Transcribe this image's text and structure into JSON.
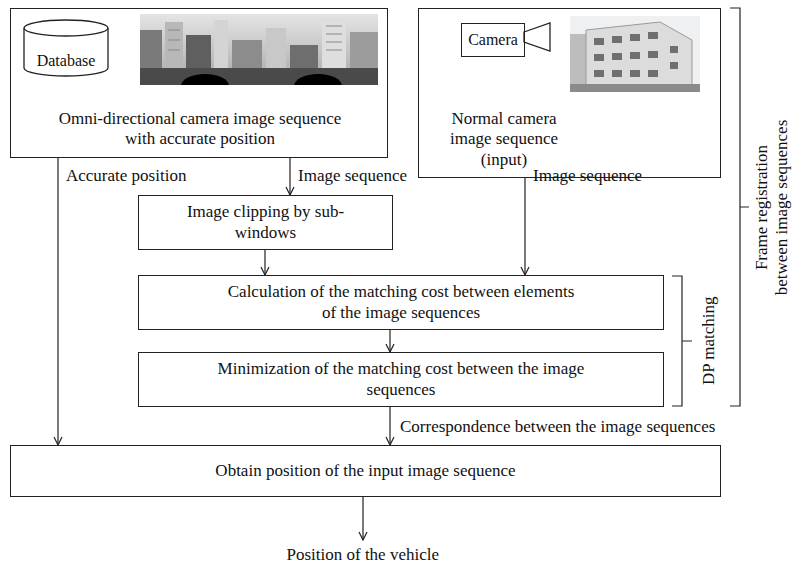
{
  "diagram": {
    "nodes": [
      {
        "text": [
          "Omni-directional camera image sequence with accurate position"
        ]
      },
      {
        "text": [
          "Database"
        ],
        "in": 0
      },
      {
        "text": [
          "Normal camera image sequence (input)"
        ]
      },
      {
        "text": [
          "Camera"
        ],
        "in": 2
      },
      {
        "text": [
          "Image clipping by sub-windows"
        ]
      },
      {
        "text": [
          "Calculation of the matching cost between elements of the image sequences"
        ]
      },
      {
        "text": [
          "Minimization of the matching cost between the image sequences"
        ]
      },
      {
        "text": [
          "Obtain position of the input image sequence"
        ]
      }
    ],
    "edges": [
      {
        "from": 0,
        "to": 7,
        "label": "Accurate position",
        "arrow": "to"
      },
      {
        "from": 0,
        "to": 4,
        "label": "Image sequence",
        "arrow": "to"
      },
      {
        "from": 2,
        "to": 5,
        "label": "Image sequence",
        "arrow": "to"
      },
      {
        "from": 4,
        "to": 5,
        "arrow": "to"
      },
      {
        "from": 5,
        "to": 6,
        "arrow": "to"
      },
      {
        "from": 6,
        "to": 7,
        "label": "Correspondence between the image sequences",
        "arrow": "to"
      }
    ],
    "labels": [
      "DP matching",
      "Frame registration between image sequences",
      "Position of the vehicle"
    ]
  }
}
